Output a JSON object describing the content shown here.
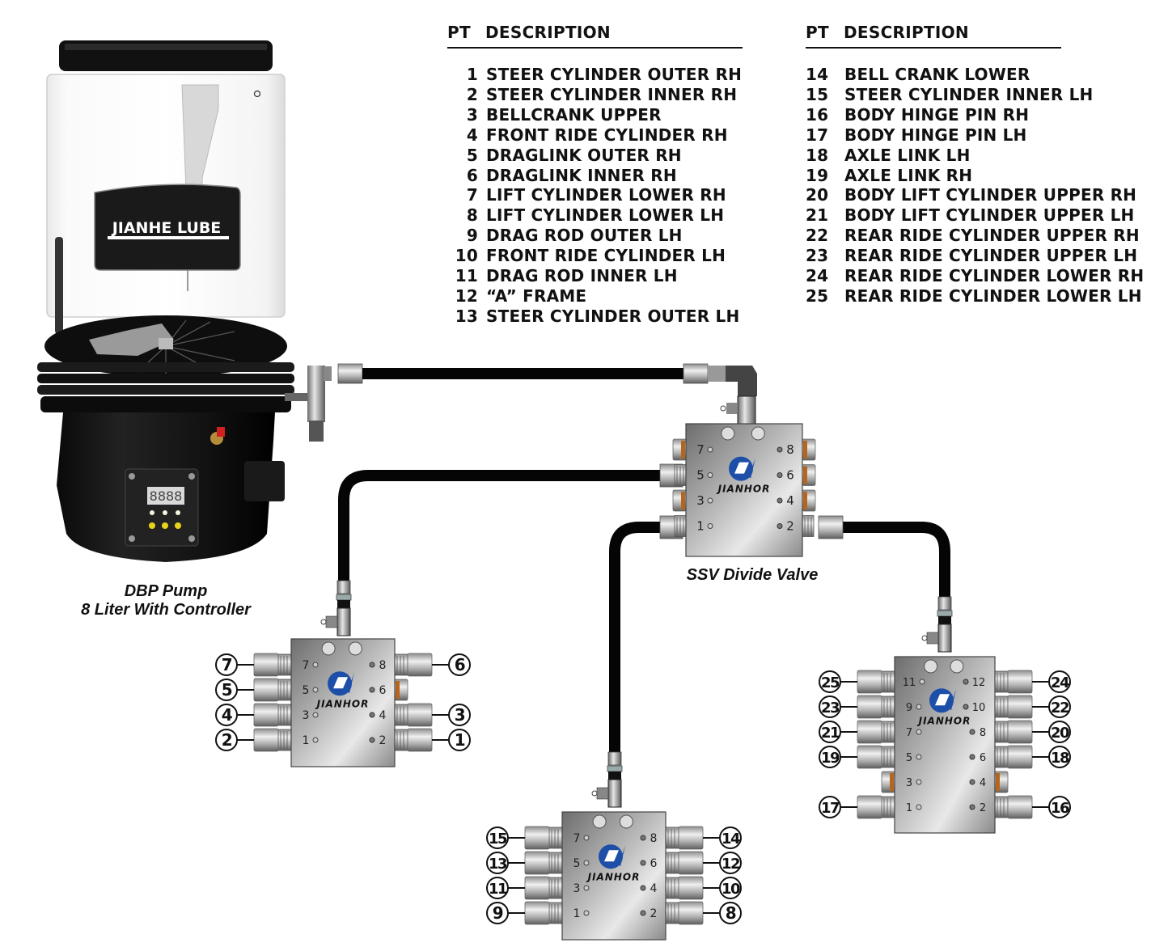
{
  "tables": [
    {
      "header": {
        "pt": "PT",
        "description": "DESCRIPTION"
      },
      "rows": [
        {
          "pt": "1",
          "description": "STEER CYLINDER OUTER RH"
        },
        {
          "pt": "2",
          "description": "STEER CYLINDER INNER RH"
        },
        {
          "pt": "3",
          "description": "BELLCRANK UPPER"
        },
        {
          "pt": "4",
          "description": "FRONT RIDE CYLINDER RH"
        },
        {
          "pt": "5",
          "description": "DRAGLINK OUTER RH"
        },
        {
          "pt": "6",
          "description": "DRAGLINK INNER RH"
        },
        {
          "pt": "7",
          "description": "LIFT CYLINDER LOWER RH"
        },
        {
          "pt": "8",
          "description": "LIFT CYLINDER LOWER LH"
        },
        {
          "pt": "9",
          "description": "DRAG ROD OUTER LH"
        },
        {
          "pt": "10",
          "description": "FRONT RIDE CYLINDER LH"
        },
        {
          "pt": "11",
          "description": "DRAG ROD INNER LH"
        },
        {
          "pt": "12",
          "description": "“A” FRAME"
        },
        {
          "pt": "13",
          "description": "STEER CYLINDER OUTER LH"
        }
      ]
    },
    {
      "header": {
        "pt": "PT",
        "description": "DESCRIPTION"
      },
      "rows": [
        {
          "pt": "14",
          "description": "BELL CRANK LOWER"
        },
        {
          "pt": "15",
          "description": "STEER CYLINDER INNER LH"
        },
        {
          "pt": "16",
          "description": "BODY HINGE PIN RH"
        },
        {
          "pt": "17",
          "description": "BODY HINGE PIN LH"
        },
        {
          "pt": "18",
          "description": "AXLE LINK LH"
        },
        {
          "pt": "19",
          "description": "AXLE LINK RH"
        },
        {
          "pt": "20",
          "description": "BODY LIFT CYLINDER UPPER RH"
        },
        {
          "pt": "21",
          "description": "BODY LIFT CYLINDER UPPER LH"
        },
        {
          "pt": "22",
          "description": "REAR RIDE CYLINDER UPPER RH"
        },
        {
          "pt": "23",
          "description": "REAR RIDE CYLINDER UPPER LH"
        },
        {
          "pt": "24",
          "description": "REAR RIDE CYLINDER LOWER RH"
        },
        {
          "pt": "25",
          "description": "REAR RIDE CYLINDER LOWER LH"
        }
      ]
    }
  ],
  "pump": {
    "brand": "JIANHE LUBE",
    "display": "8888",
    "caption_line1": "DBP Pump",
    "caption_line2": "8 Liter With Controller"
  },
  "ssv_caption": "SSV Divide Valve",
  "valve_brand": "JIANHOR",
  "colors": {
    "hose": "#050505",
    "logo_blue": "#1d4fa8",
    "steel_light": "#e6e6e6",
    "steel_dark": "#7a7a7a",
    "plug_orange": "#b5651d",
    "display_bg": "#d9d9d9",
    "led_yellow": "#e8d31c"
  },
  "valves": [
    {
      "id": "ssv-main",
      "left_ports": [
        {
          "port": "7",
          "type": "plug",
          "label": ""
        },
        {
          "port": "5",
          "type": "hose",
          "label": ""
        },
        {
          "port": "3",
          "type": "plug",
          "label": ""
        },
        {
          "port": "1",
          "type": "hose",
          "label": ""
        }
      ],
      "right_ports": [
        {
          "port": "8",
          "type": "plug",
          "label": ""
        },
        {
          "port": "6",
          "type": "plug",
          "label": ""
        },
        {
          "port": "4",
          "type": "plug",
          "label": ""
        },
        {
          "port": "2",
          "type": "hose",
          "label": ""
        }
      ]
    },
    {
      "id": "valve-left",
      "left_ports": [
        {
          "port": "7",
          "type": "fitting",
          "label": "7"
        },
        {
          "port": "5",
          "type": "fitting",
          "label": "5"
        },
        {
          "port": "3",
          "type": "fitting",
          "label": "4"
        },
        {
          "port": "1",
          "type": "fitting",
          "label": "2"
        }
      ],
      "right_ports": [
        {
          "port": "8",
          "type": "fitting",
          "label": "6"
        },
        {
          "port": "6",
          "type": "plug",
          "label": ""
        },
        {
          "port": "4",
          "type": "fitting",
          "label": "3"
        },
        {
          "port": "2",
          "type": "fitting",
          "label": "1"
        }
      ]
    },
    {
      "id": "valve-bottom",
      "left_ports": [
        {
          "port": "7",
          "type": "fitting",
          "label": "15"
        },
        {
          "port": "5",
          "type": "fitting",
          "label": "13"
        },
        {
          "port": "3",
          "type": "fitting",
          "label": "11"
        },
        {
          "port": "1",
          "type": "fitting",
          "label": "9"
        }
      ],
      "right_ports": [
        {
          "port": "8",
          "type": "fitting",
          "label": "14"
        },
        {
          "port": "6",
          "type": "fitting",
          "label": "12"
        },
        {
          "port": "4",
          "type": "fitting",
          "label": "10"
        },
        {
          "port": "2",
          "type": "fitting",
          "label": "8"
        }
      ]
    },
    {
      "id": "valve-right",
      "left_ports": [
        {
          "port": "11",
          "type": "fitting",
          "label": "25"
        },
        {
          "port": "9",
          "type": "fitting",
          "label": "23"
        },
        {
          "port": "7",
          "type": "fitting",
          "label": "21"
        },
        {
          "port": "5",
          "type": "fitting",
          "label": "19"
        },
        {
          "port": "3",
          "type": "plug",
          "label": ""
        },
        {
          "port": "1",
          "type": "fitting",
          "label": "17"
        }
      ],
      "right_ports": [
        {
          "port": "12",
          "type": "fitting",
          "label": "24"
        },
        {
          "port": "10",
          "type": "fitting",
          "label": "22"
        },
        {
          "port": "8",
          "type": "fitting",
          "label": "20"
        },
        {
          "port": "6",
          "type": "fitting",
          "label": "18"
        },
        {
          "port": "4",
          "type": "plug",
          "label": ""
        },
        {
          "port": "2",
          "type": "fitting",
          "label": "16"
        }
      ]
    }
  ]
}
